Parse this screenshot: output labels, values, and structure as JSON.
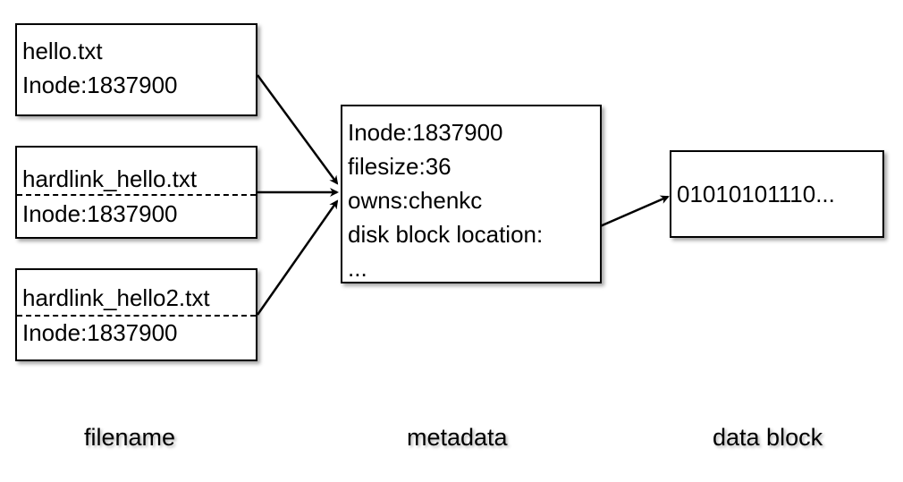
{
  "filenames": [
    {
      "name": "hello.txt",
      "inode": "Inode:1837900"
    },
    {
      "name": "hardlink_hello.txt",
      "inode": "Inode:1837900"
    },
    {
      "name": "hardlink_hello2.txt",
      "inode": "Inode:1837900"
    }
  ],
  "metadata": {
    "lines": [
      "Inode:1837900",
      "filesize:36",
      "owns:chenkc",
      "disk block location:",
      "..."
    ]
  },
  "data_block": {
    "content": "01010101110..."
  },
  "labels": {
    "filename": "filename",
    "metadata": "metadata",
    "data_block": "data block"
  }
}
